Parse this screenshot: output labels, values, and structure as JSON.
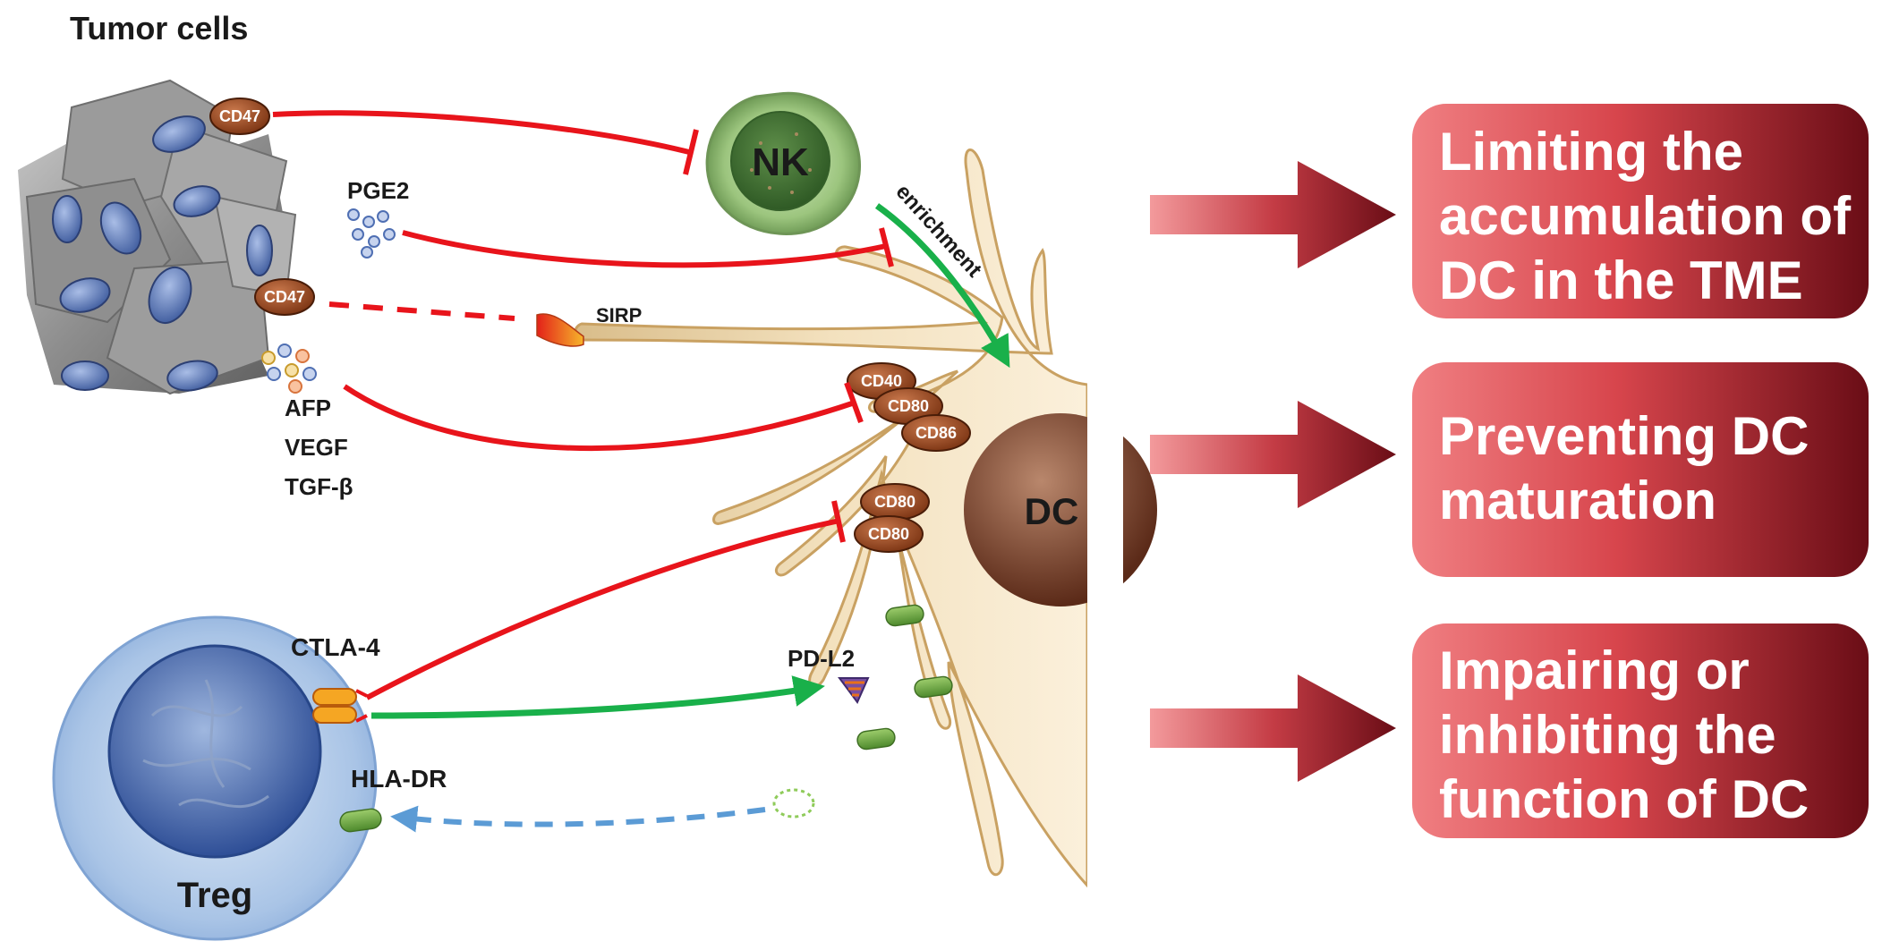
{
  "labels": {
    "tumor_cells": "Tumor cells",
    "nk": "NK",
    "dc": "DC",
    "treg": "Treg",
    "pge2": "PGE2",
    "afp": "AFP",
    "vegf": "VEGF",
    "tgfb": "TGF-β",
    "sirp": "SIRP",
    "enrichment": "enrichment",
    "ctla4": "CTLA-4",
    "pdl2": "PD-L2",
    "hladr": "HLA-DR"
  },
  "molecules": {
    "cd47_top": "CD47",
    "cd47_mid": "CD47",
    "cd40": "CD40",
    "cd80_a": "CD80",
    "cd86": "CD86",
    "cd80_b": "CD80",
    "cd80_c": "CD80"
  },
  "outcomes": [
    {
      "line1": "Limiting the",
      "line2": "accumulation of",
      "line3": "DC in the TME"
    },
    {
      "line1": "Preventing DC",
      "line2": "maturation",
      "line3": ""
    },
    {
      "line1": " Impairing or",
      "line2": "inhibiting the",
      "line3": "function of DC"
    }
  ],
  "colors": {
    "inhibit": "#e8141b",
    "activate": "#19b04a",
    "feedback": "#5b9bd5",
    "box_start": "#f07f82",
    "box_end": "#6a0d16"
  }
}
